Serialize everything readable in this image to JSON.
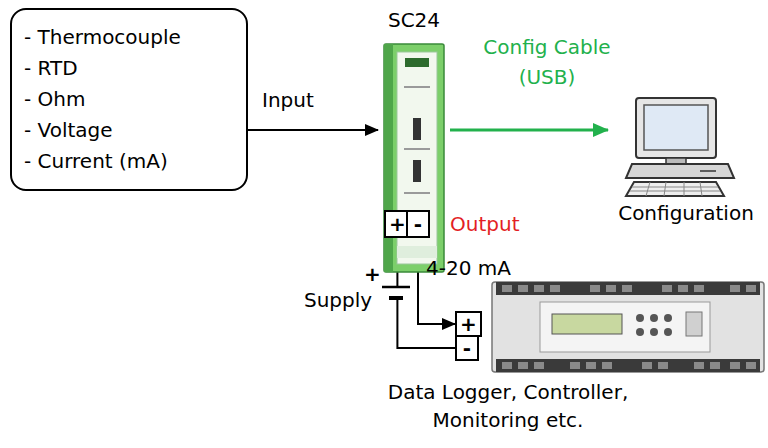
{
  "diagram": {
    "nodes": [
      {
        "text": [
          "- Thermocouple",
          "- RTD",
          "- Ohm",
          "- Voltage",
          "- Current (mA)"
        ]
      },
      {
        "text": [
          "SC24"
        ]
      },
      {
        "text": [
          "Configuration"
        ]
      },
      {
        "text": [
          "+"
        ],
        "in": 1
      },
      {
        "text": [
          "-"
        ],
        "in": 1
      },
      {
        "text": [
          "+"
        ]
      },
      {
        "text": [
          "-"
        ]
      },
      {
        "text": [
          "Data Logger, Controller, Monitoring etc."
        ]
      }
    ],
    "edges": [
      {
        "from": 0,
        "to": 1,
        "arrow": "to",
        "label": "Input"
      },
      {
        "from": 1,
        "to": 2,
        "arrow": "to",
        "label": "Config Cable (USB)"
      },
      {
        "from": 4,
        "to": 5,
        "arrow": "to",
        "label": "4-20 mA"
      },
      {
        "from": 6,
        "to": 3,
        "arrow": "to"
      }
    ],
    "labels": [
      "Output",
      "+",
      "Supply"
    ]
  }
}
